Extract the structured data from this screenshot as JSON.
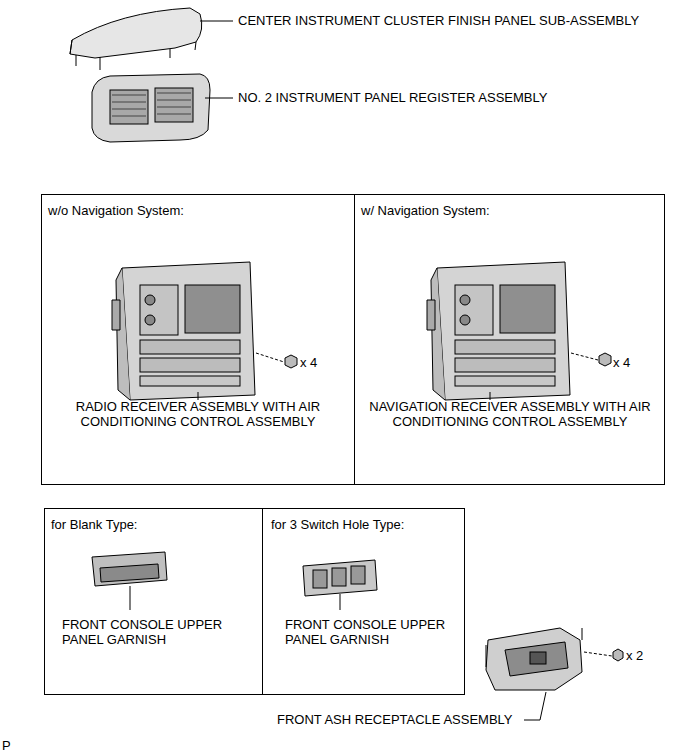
{
  "diagram": {
    "nodes": [
      {
        "text": [
          "w/o Navigation System:",
          "x 4",
          "RADIO RECEIVER ASSEMBLY WITH AIR CONDITIONING CONTROL ASSEMBLY"
        ]
      },
      {
        "text": [
          "w/ Navigation System:",
          "x 4",
          "NAVIGATION RECEIVER ASSEMBLY WITH AIR CONDITIONING CONTROL ASSEMBLY"
        ]
      },
      {
        "text": [
          "for Blank Type:",
          "FRONT CONSOLE UPPER PANEL GARNISH"
        ]
      },
      {
        "text": [
          "for 3 Switch Hole Type:",
          "FRONT CONSOLE UPPER PANEL GARNISH"
        ]
      }
    ],
    "labels": [
      "CENTER INSTRUMENT CLUSTER FINISH PANEL SUB-ASSEMBLY",
      "NO. 2 INSTRUMENT PANEL REGISTER ASSEMBLY",
      "x 2",
      "FRONT ASH RECEPTACLE ASSEMBLY",
      "P"
    ]
  }
}
